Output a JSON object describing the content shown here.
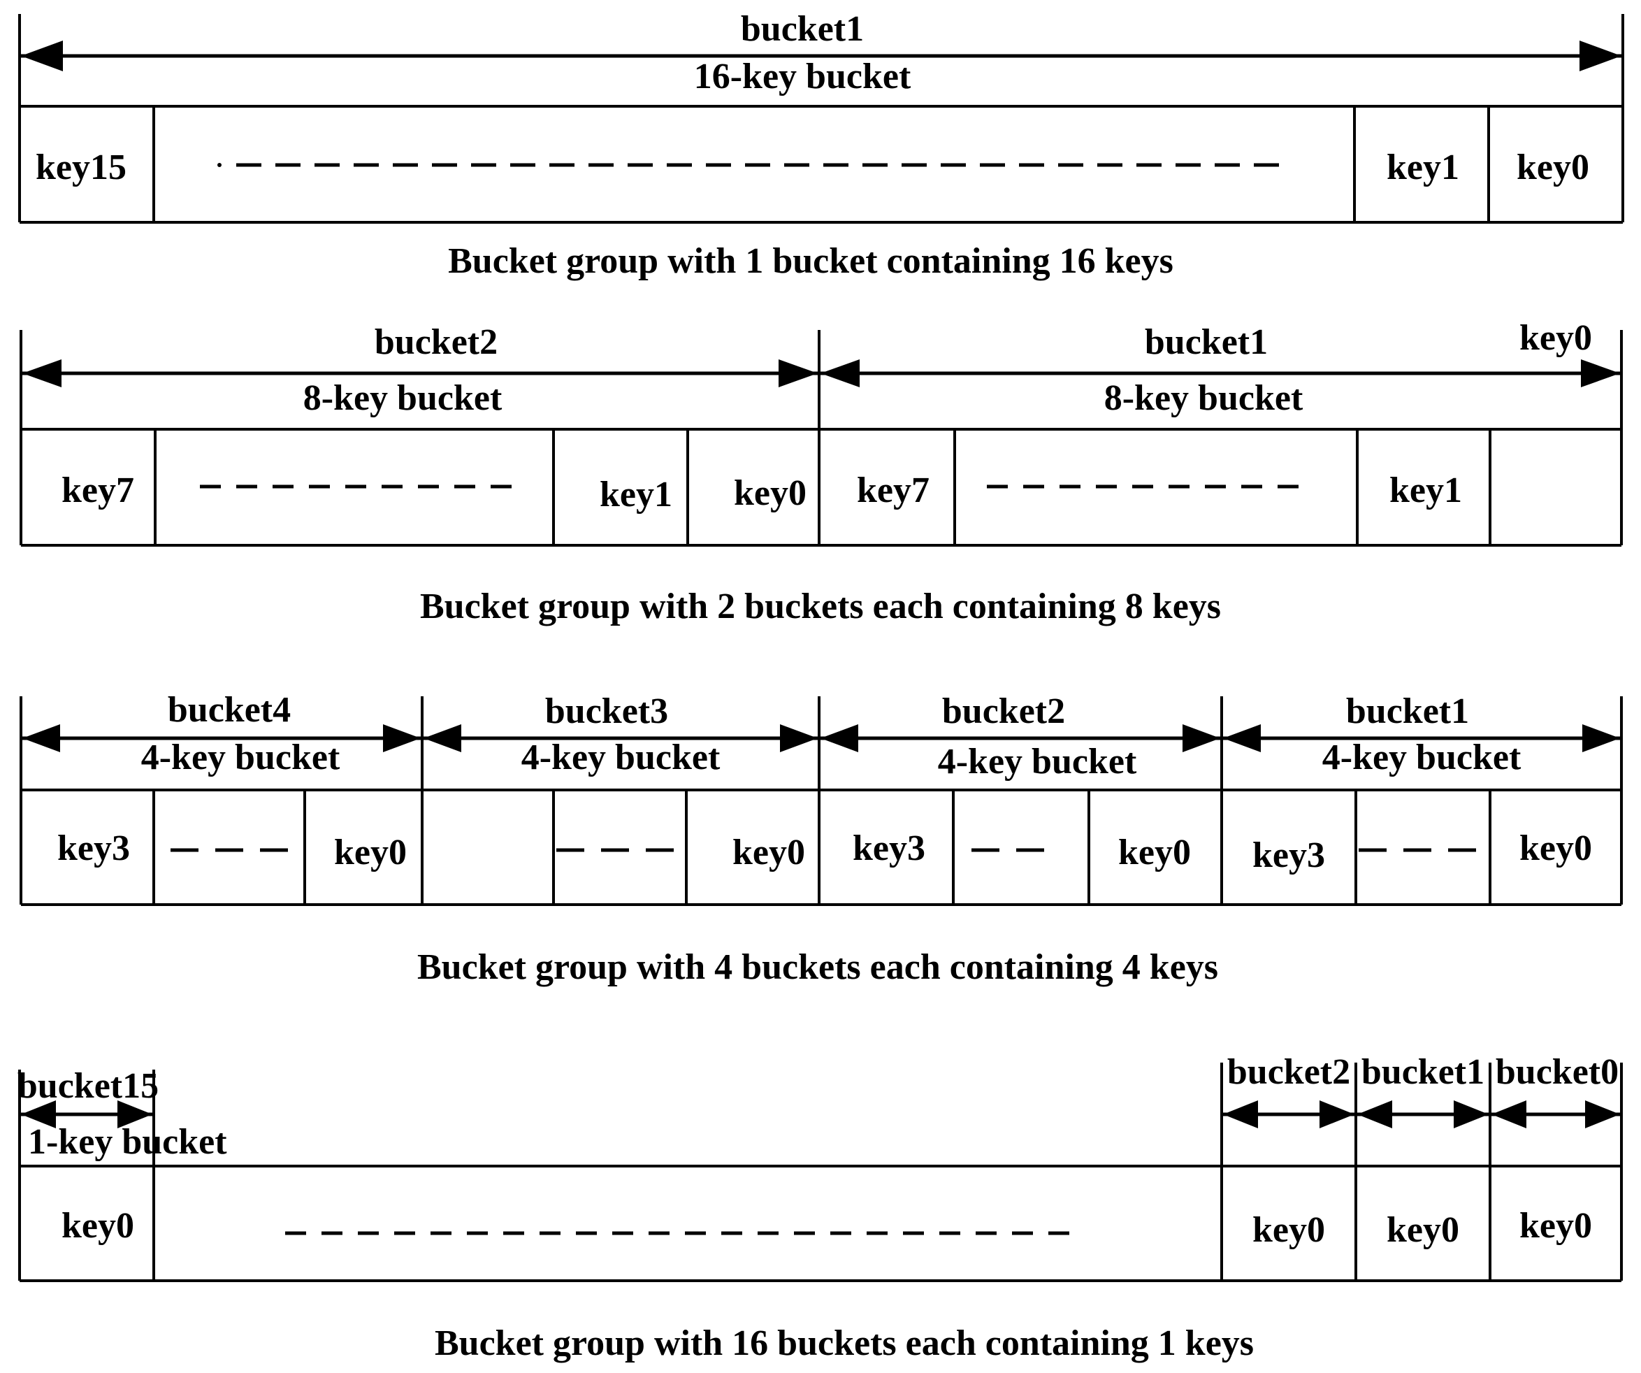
{
  "groups": [
    {
      "caption": "Bucket group with 1 bucket  containing 16 keys",
      "buckets": [
        {
          "name": "bucket1",
          "size_label": "16-key bucket"
        }
      ],
      "cells": [
        {
          "text": "key15"
        },
        {
          "text": "",
          "dashes": true
        },
        {
          "text": "key1"
        },
        {
          "text": "key0"
        }
      ]
    },
    {
      "caption": "Bucket group with 2 buckets  each containing 8 keys",
      "extra_label": "key0",
      "buckets": [
        {
          "name": "bucket2",
          "size_label": "8-key bucket"
        },
        {
          "name": "bucket1",
          "size_label": "8-key bucket"
        }
      ],
      "cells": [
        {
          "text": "key7"
        },
        {
          "text": "",
          "dashes": true
        },
        {
          "text": "key1"
        },
        {
          "text": "key0"
        },
        {
          "text": "key7"
        },
        {
          "text": "",
          "dashes": true
        },
        {
          "text": "key1"
        },
        {
          "text": ""
        }
      ]
    },
    {
      "caption": "Bucket group with 4 buckets  each containing 4 keys",
      "buckets": [
        {
          "name": "bucket4",
          "size_label": "4-key bucket"
        },
        {
          "name": "bucket3",
          "size_label": "4-key bucket"
        },
        {
          "name": "bucket2",
          "size_label": "4-key bucket"
        },
        {
          "name": "bucket1",
          "size_label": "4-key bucket"
        }
      ],
      "cells": [
        {
          "text": "key3"
        },
        {
          "text": "",
          "dashes": true
        },
        {
          "text": "key0"
        },
        {
          "text": ""
        },
        {
          "text": "",
          "dashes": true
        },
        {
          "text": "key0"
        },
        {
          "text": "key3"
        },
        {
          "text": "",
          "dashes": true
        },
        {
          "text": "key0"
        },
        {
          "text": "key3"
        },
        {
          "text": "",
          "dashes": true
        },
        {
          "text": "key0"
        }
      ]
    },
    {
      "caption": "Bucket group with 16 buckets  each containing 1 keys",
      "buckets": [
        {
          "name": "bucket15",
          "size_label": "1-key bucket"
        },
        {
          "name": "bucket2",
          "size_label": ""
        },
        {
          "name": "bucket1",
          "size_label": ""
        },
        {
          "name": "bucket0",
          "size_label": ""
        }
      ],
      "cells": [
        {
          "text": "key0"
        },
        {
          "text": "",
          "dashes": true
        },
        {
          "text": "key0"
        },
        {
          "text": "key0"
        },
        {
          "text": "key0"
        }
      ]
    }
  ]
}
